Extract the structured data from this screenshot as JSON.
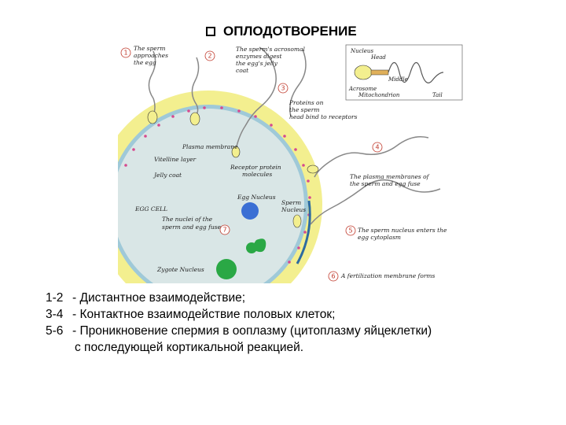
{
  "header": {
    "title": "ОПЛОДОТВОРЕНИЕ"
  },
  "diagram": {
    "labels": {
      "s1": [
        "The sperm",
        "approaches",
        "the egg"
      ],
      "s2": [
        "The sperm's acrosomal",
        "enzymes digest",
        "the egg's jelly",
        "coat"
      ],
      "s3": [
        "Proteins on",
        "the sperm",
        "head bind to receptors"
      ],
      "s4": [
        "The plasma membranes of",
        "the sperm and egg fuse"
      ],
      "s5": [
        "The sperm nucleus enters the",
        "egg cytoplasm"
      ],
      "s6": "A fertilization membrane forms",
      "s7": [
        "The nuclei of the",
        "sperm and egg fuse"
      ],
      "nucleus": "Nucleus",
      "head": "Head",
      "acrosome": [
        "Acrosome",
        "Mitochondrion"
      ],
      "middle": "Middle",
      "tail": "Tail",
      "plasma_membrane": "Plasma membrane",
      "vitelline": "Vitelline layer",
      "jelly": "Jelly coat",
      "receptor": [
        "Receptor protein",
        "molecules"
      ],
      "egg_cell": "EGG CELL",
      "egg_nucleus": "Egg Nucleus",
      "sperm_nucleus": [
        "Sperm",
        "Nucleus"
      ],
      "zygote": "Zygote Nucleus"
    },
    "step_numbers": [
      "1",
      "2",
      "3",
      "4",
      "5",
      "6",
      "7"
    ]
  },
  "legend": {
    "rows": [
      {
        "key": "1-2",
        "text": "- Дистантное взаимодействие;"
      },
      {
        "key": "3-4",
        "text": "- Контактное взаимодействие половых клеток;"
      },
      {
        "key": "5-6",
        "text": "- Проникновение спермия в ооплазму (цитоплазму яйцеклетки)"
      }
    ],
    "continuation": "с последующей кортикальной реакцией."
  }
}
